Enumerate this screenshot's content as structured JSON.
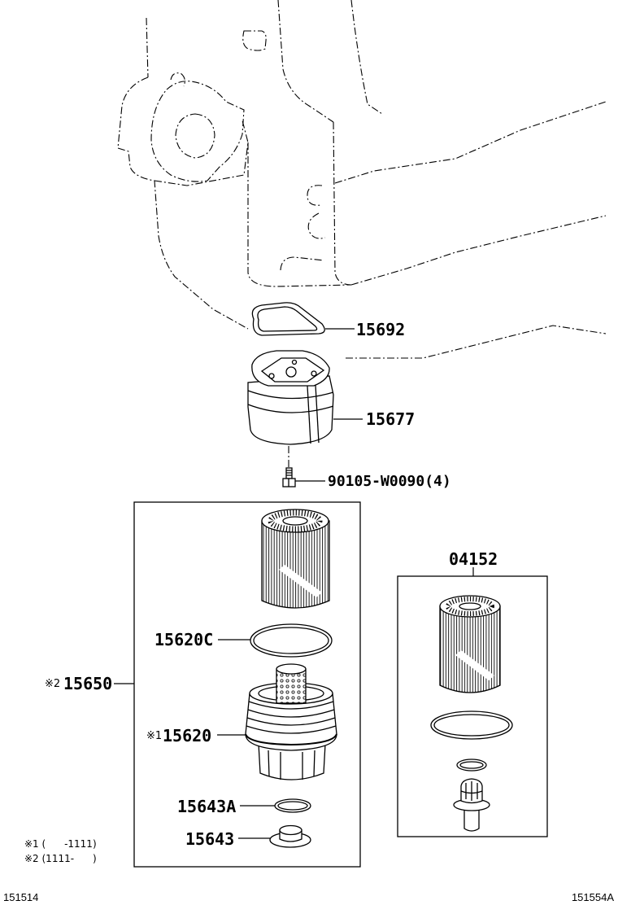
{
  "labels": {
    "p15692": "15692",
    "p15677": "15677",
    "bolt": "90105-W0090(4)",
    "p04152": "04152",
    "p15620c": "15620C",
    "p15650_mark": "※2",
    "p15650": "15650",
    "p15620_mark": "※1",
    "p15620": "15620",
    "p15643a": "15643A",
    "p15643": "15643"
  },
  "notes": {
    "note1": "※1 (      -1111)",
    "note2": "※2 (1111-      )"
  },
  "footer": {
    "left": "151514",
    "right": "151554A"
  }
}
